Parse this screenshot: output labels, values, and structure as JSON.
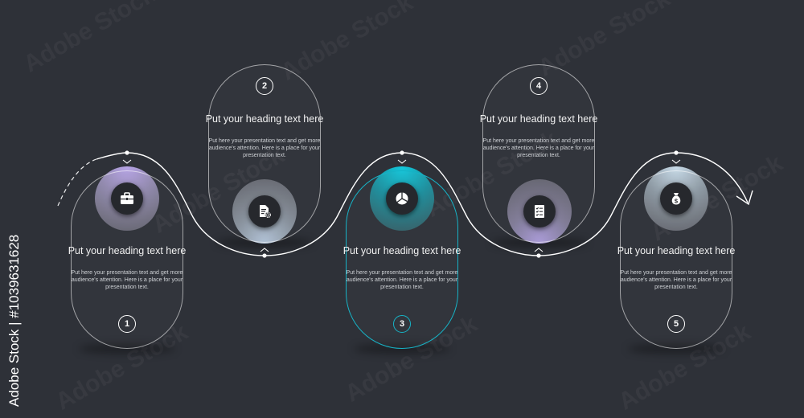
{
  "colors": {
    "background": "#2e3138",
    "line": "#ffffff",
    "highlight": "#17b3c6",
    "step1_accent": "#b6a3e6",
    "step2_accent": "#b0c2d6",
    "step3_accent": "#12c9dd",
    "step4_accent": "#a99ad8",
    "step5_accent": "#c8dbe9"
  },
  "steps": [
    {
      "number": "1",
      "icon": "briefcase-icon",
      "heading": "Put your heading text here",
      "text": "Put here your presentation text and get more audience's attention. Here is a place for your presentation text."
    },
    {
      "number": "2",
      "icon": "document-gear-icon",
      "heading": "Put your heading text here",
      "text": "Put here your presentation text and get more audience's attention. Here is a place for your presentation text."
    },
    {
      "number": "3",
      "icon": "pie-chart-icon",
      "heading": "Put your heading text here",
      "text": "Put here your presentation text and get more audience's attention. Here is a place for your presentation text."
    },
    {
      "number": "4",
      "icon": "checklist-icon",
      "heading": "Put your heading text here",
      "text": "Put here your presentation text and get more audience's attention. Here is a place for your presentation text."
    },
    {
      "number": "5",
      "icon": "money-bag-icon",
      "heading": "Put your heading text here",
      "text": "Put here your presentation text and get more audience's attention. Here is a place for your presentation text."
    }
  ],
  "watermark": {
    "side": "Adobe Stock | #1039631628",
    "diagonal": "Adobe Stock"
  }
}
